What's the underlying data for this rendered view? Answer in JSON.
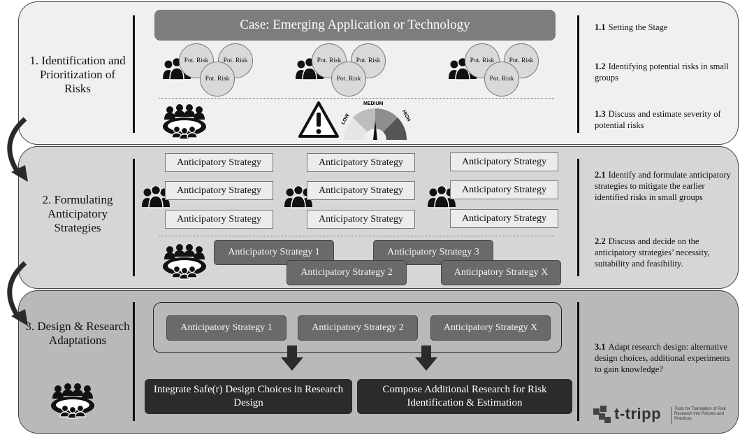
{
  "stage1": {
    "title_num": "1",
    "title_rest": ". Identification and Prioritization of Risks",
    "case_label": "Case: Emerging Application or Technology",
    "risk_circle_label": "Pot. Risk",
    "gauge": {
      "low": "LOW",
      "medium": "MEDIUM",
      "high": "HIGH"
    },
    "steps": [
      {
        "num": "1.1",
        "text": "Setting the Stage"
      },
      {
        "num": "1.2",
        "text": "Identifying potential risks in small groups"
      },
      {
        "num": "1.3",
        "text": "Discuss and estimate severity of potential risks"
      }
    ]
  },
  "stage2": {
    "title_num": "2",
    "title_rest": ". Formulating Anticipatory Strategies",
    "strategy_label": "Anticipatory Strategy",
    "chosen": [
      "Anticipatory Strategy 1",
      "Anticipatory Strategy 3",
      "Anticipatory Strategy 2",
      "Anticipatory Strategy X"
    ],
    "steps": [
      {
        "num": "2.1",
        "text": "Identify and formulate anticipatory strategies to mitigate the earlier identified risks in small groups"
      },
      {
        "num": "2.2",
        "text": "Discuss and decide on the anticipatory strategies’ necessity, suitability and feasibility."
      }
    ]
  },
  "stage3": {
    "title_num": "3",
    "title_rest": ". Design & Research Adaptations",
    "strategies": [
      "Anticipatory Strategy 1",
      "Anticipatory Strategy 2",
      "Anticipatory Strategy X"
    ],
    "output_left": "Integrate Safe(r) Design Choices in Research Design",
    "output_right": "Compose Additional Research for Risk Identification & Estimation",
    "steps": [
      {
        "num": "3.1",
        "text": "Adapt research design: alternative design choices, additional experiments to gain knowledge?"
      }
    ]
  },
  "logo": {
    "name": "t-tripp",
    "tagline": "Tools for Translation of Risk Research into Policies and Practices"
  },
  "colors": {
    "panel1": "#f0f0f0",
    "panel2": "#d6d6d6",
    "panel3": "#b9b9b9",
    "dark": "#2b2b2b",
    "mid": "#6a6a6a"
  }
}
